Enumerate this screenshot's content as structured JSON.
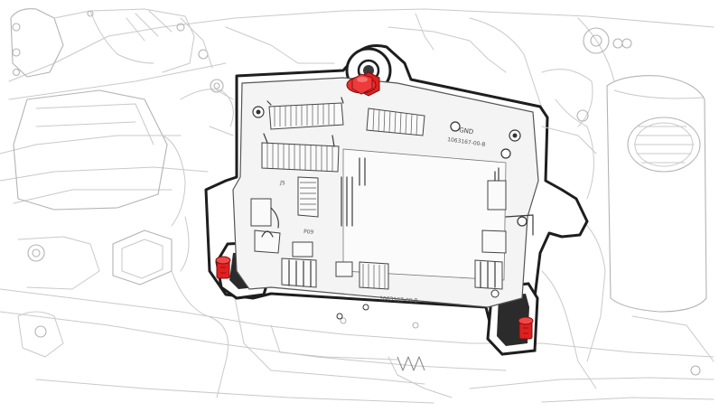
{
  "board_labels": {
    "gnd": "GND",
    "part_number": "1063167-00-B",
    "pcb_code": "P09",
    "connector_j": "J5"
  },
  "colors": {
    "highlight_fastener": "#e02020",
    "bracket": "#222222",
    "line_art": "#bdbdbd"
  },
  "fasteners": [
    {
      "name": "top-center-bolt",
      "color": "#e02020"
    },
    {
      "name": "lower-left-bolt",
      "color": "#e02020"
    },
    {
      "name": "lower-right-bolt",
      "color": "#e02020"
    }
  ]
}
